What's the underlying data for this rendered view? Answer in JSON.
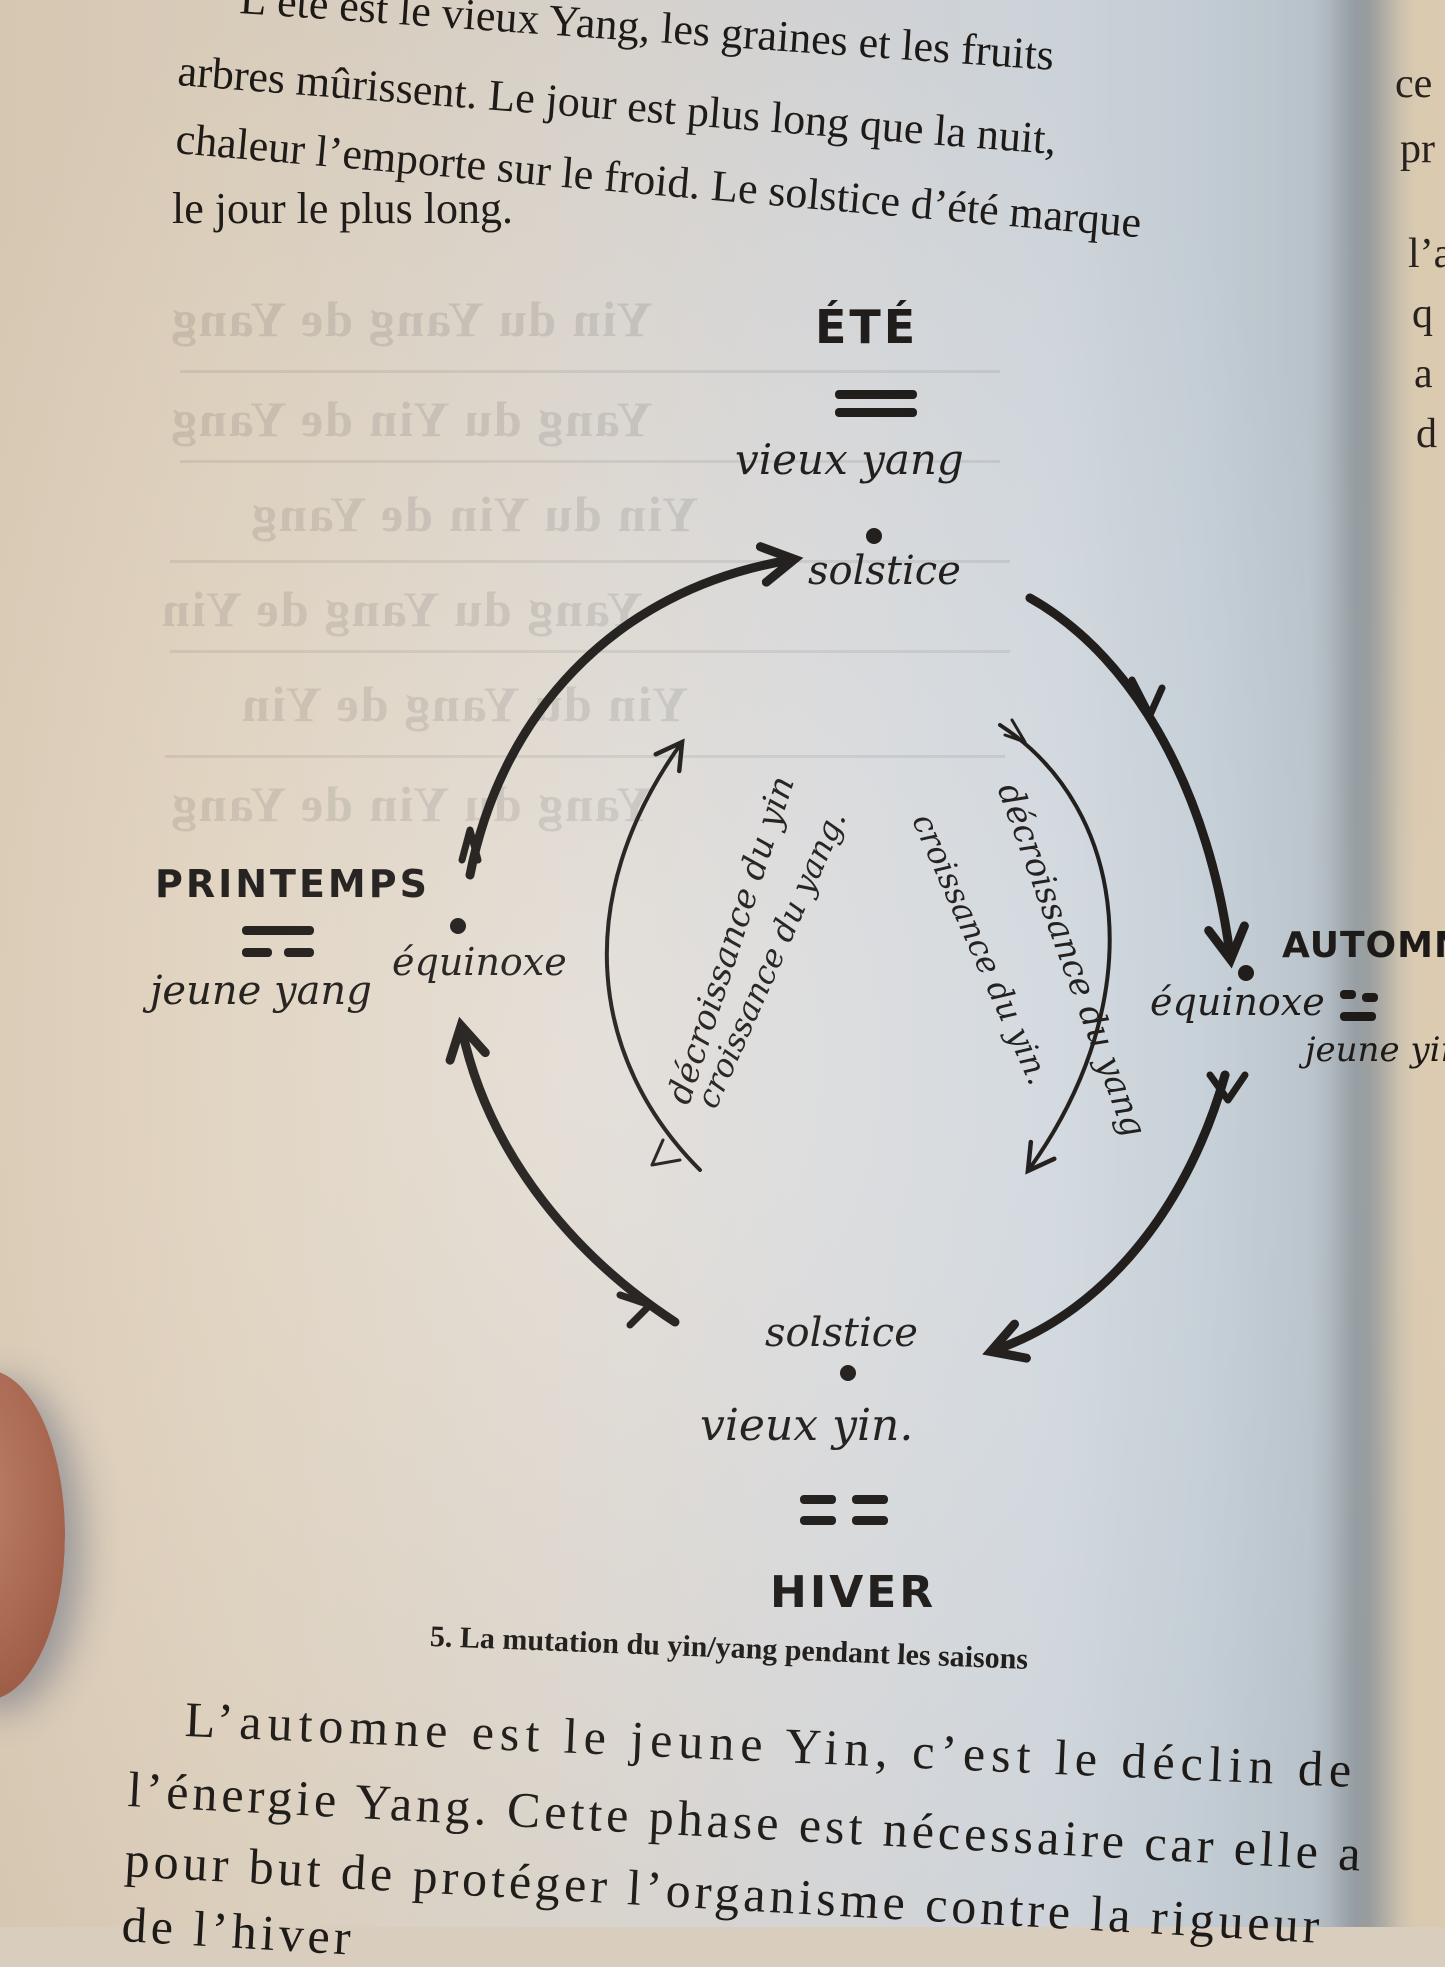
{
  "page": {
    "top_paragraph": [
      "L’été est le vieux Yang, les graines et les fruits",
      "arbres mûrissent. Le jour est plus long que la nuit,",
      "chaleur l’emporte sur le froid. Le solstice d’été marque",
      "le jour le plus long."
    ],
    "facing_page_fragments": [
      "ce",
      "pr",
      "l’a",
      "q",
      "a",
      "d"
    ],
    "show_through_lines": [
      "Yin du Yang de Yang",
      "Yang du Yin de Yang",
      "Yin du Yin de Yang",
      "Yang du Yang de Yin",
      "Yin du Yang de Yin",
      "Yang du Yin de Yang"
    ],
    "figure": {
      "number": "5.",
      "caption": "La mutation du yin/yang pendant les saisons",
      "seasons": {
        "summer": {
          "name": "ÉTÉ",
          "phase": "vieux yang",
          "point": "solstice",
          "trigram": [
            "solid",
            "solid"
          ]
        },
        "spring": {
          "name": "PRINTEMPS",
          "phase": "jeune yang",
          "point": "équinoxe",
          "trigram": [
            "solid",
            "broken"
          ]
        },
        "autumn": {
          "name": "AUTOMNE",
          "phase": "jeune yin",
          "point": "équinoxe",
          "trigram": [
            "broken",
            "solid"
          ]
        },
        "winter": {
          "name": "HIVER",
          "phase": "vieux yin.",
          "point": "solstice",
          "trigram": [
            "broken",
            "broken"
          ]
        }
      },
      "inner_left": {
        "outer_label": "décroissance du yin",
        "inner_label": "croissance du yang."
      },
      "inner_right": {
        "outer_label": "décroissance du yang",
        "inner_label": "croissance du yin."
      }
    },
    "bottom_paragraph": [
      "L’automne est le jeune Yin, c’est le déclin de",
      "l’énergie Yang. Cette phase est nécessaire car elle a",
      "pour but de protéger l’organisme contre la rigueur",
      "de l’hiver"
    ],
    "colors": {
      "ink": "#1c1917",
      "paper_warm": "#e6d8c4",
      "paper_cool": "#d9e0e6"
    }
  }
}
